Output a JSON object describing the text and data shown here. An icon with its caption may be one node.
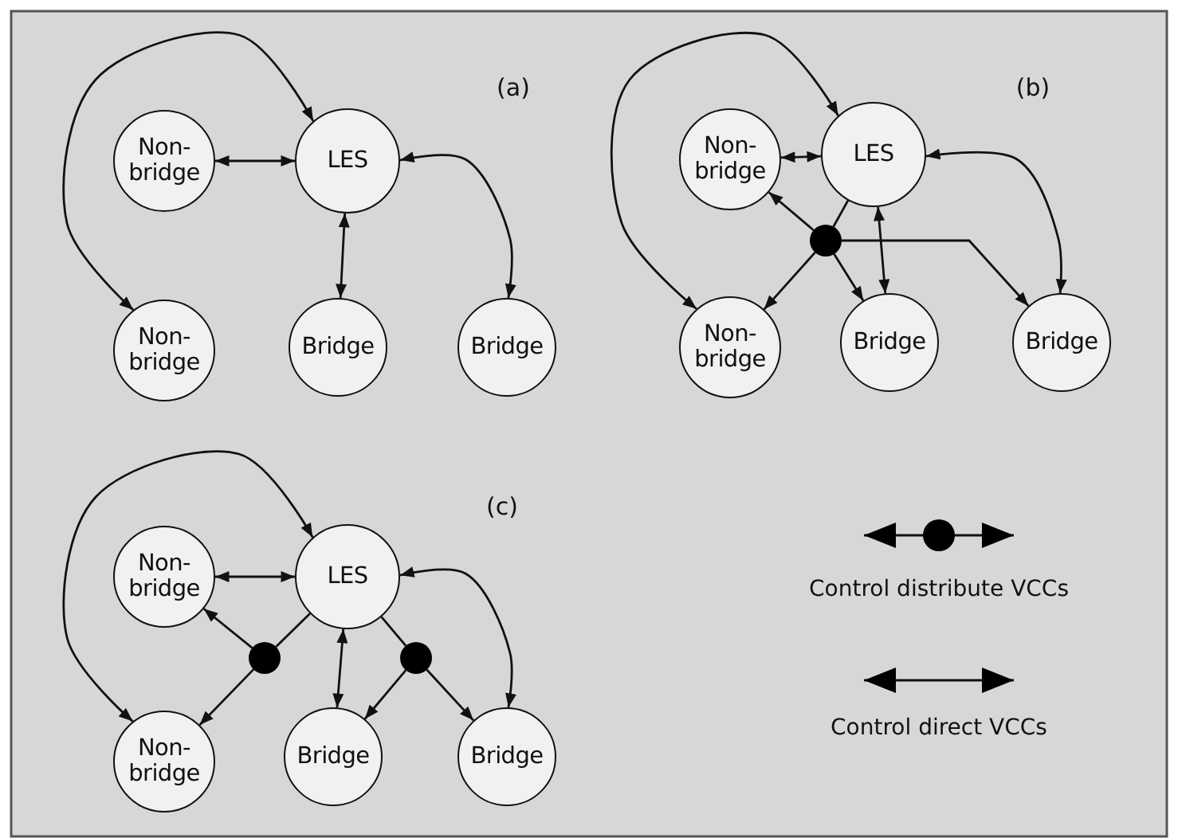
{
  "diagram": {
    "nodes": [
      {
        "text": [
          "Non-bridge"
        ]
      },
      {
        "text": [
          "LES"
        ]
      },
      {
        "text": [
          "Non-bridge"
        ]
      },
      {
        "text": [
          "Bridge"
        ]
      },
      {
        "text": [
          "Bridge"
        ]
      },
      {
        "text": [
          "Non-bridge"
        ]
      },
      {
        "text": [
          "LES"
        ]
      },
      {
        "text": [
          "Non-bridge"
        ]
      },
      {
        "text": [
          "Bridge"
        ]
      },
      {
        "text": [
          "Bridge"
        ]
      },
      {
        "text": [],
        "shape": "circle"
      },
      {
        "text": [
          "Non-bridge"
        ]
      },
      {
        "text": [
          "LES"
        ]
      },
      {
        "text": [
          "Non-bridge"
        ]
      },
      {
        "text": [
          "Bridge"
        ]
      },
      {
        "text": [
          "Bridge"
        ]
      },
      {
        "text": [],
        "shape": "circle"
      },
      {
        "text": [],
        "shape": "circle"
      }
    ],
    "edges": [
      {
        "from": 1,
        "to": 2,
        "arrow": "both"
      },
      {
        "from": 0,
        "to": 1,
        "arrow": "both"
      },
      {
        "from": 1,
        "to": 4,
        "arrow": "both"
      },
      {
        "from": 1,
        "to": 3,
        "arrow": "both"
      },
      {
        "from": 6,
        "to": 7,
        "arrow": "both"
      },
      {
        "from": 5,
        "to": 6,
        "arrow": "both"
      },
      {
        "from": 6,
        "to": 9,
        "arrow": "both"
      },
      {
        "from": 6,
        "to": 8,
        "arrow": "both"
      },
      {
        "from": 6,
        "to": 10,
        "arrow": "none"
      },
      {
        "from": 10,
        "to": 5,
        "arrow": "to"
      },
      {
        "from": 10,
        "to": 7,
        "arrow": "to"
      },
      {
        "from": 10,
        "to": 8,
        "arrow": "to"
      },
      {
        "from": 10,
        "to": 9,
        "arrow": "to"
      },
      {
        "from": 12,
        "to": 13,
        "arrow": "both"
      },
      {
        "from": 11,
        "to": 12,
        "arrow": "both"
      },
      {
        "from": 12,
        "to": 15,
        "arrow": "both"
      },
      {
        "from": 12,
        "to": 14,
        "arrow": "both"
      },
      {
        "from": 12,
        "to": 16,
        "arrow": "none"
      },
      {
        "from": 16,
        "to": 11,
        "arrow": "to"
      },
      {
        "from": 16,
        "to": 13,
        "arrow": "to"
      },
      {
        "from": 12,
        "to": 17,
        "arrow": "none"
      },
      {
        "from": 17,
        "to": 14,
        "arrow": "to"
      },
      {
        "from": 17,
        "to": 15,
        "arrow": "to"
      }
    ],
    "labels": [
      "(a)",
      "(b)",
      "(c)"
    ],
    "legend": [
      {
        "text": "Control distribute VCCs"
      },
      {
        "text": "Control direct VCCs"
      }
    ]
  }
}
